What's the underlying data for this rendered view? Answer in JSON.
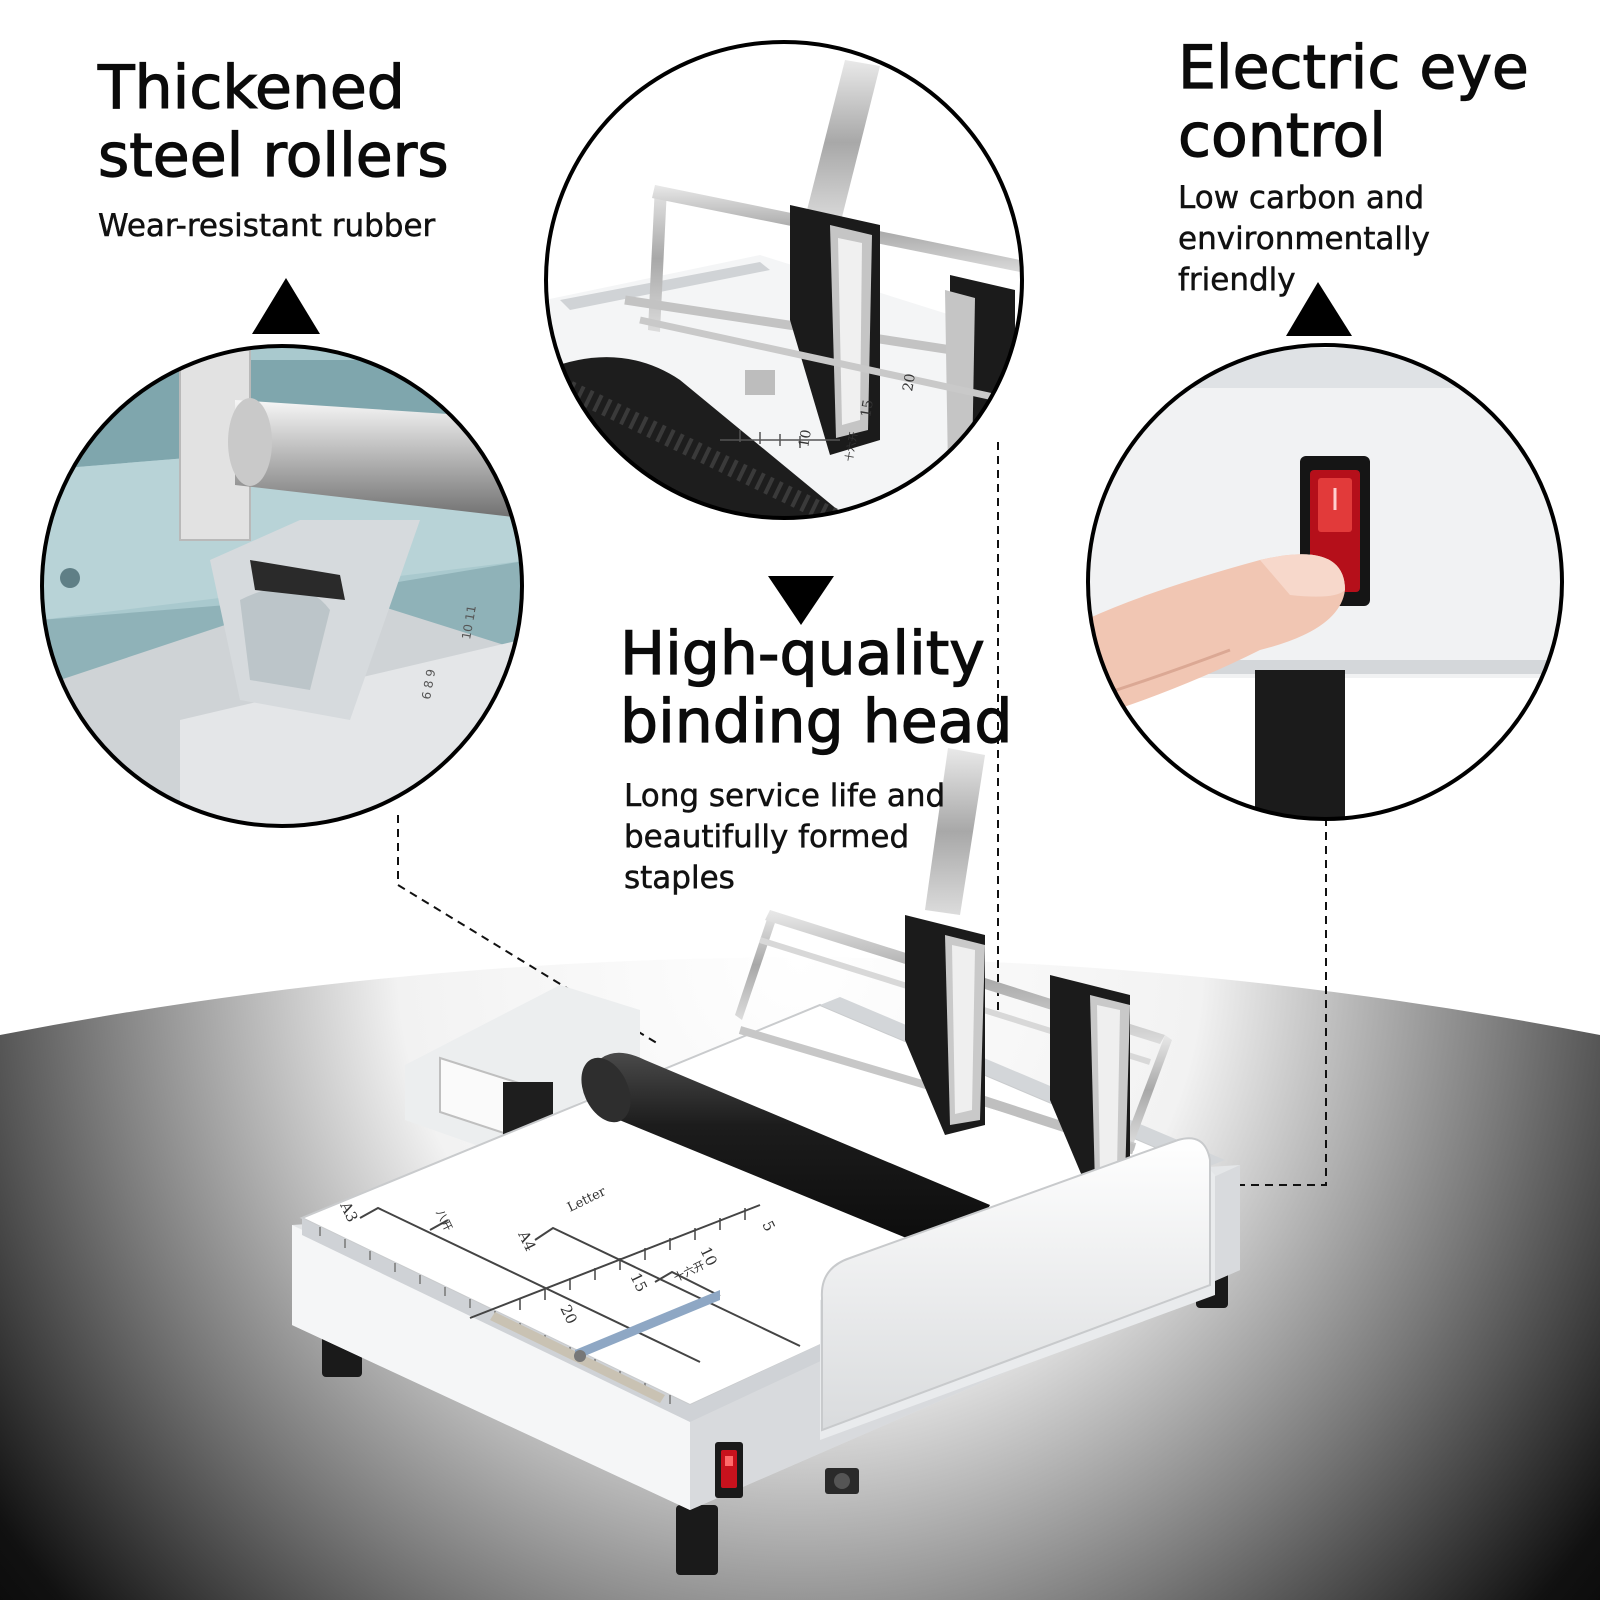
{
  "features": [
    {
      "title_lines": [
        "Thickened",
        "steel rollers"
      ],
      "subtitle_lines": [
        "Wear-resistant rubber"
      ]
    },
    {
      "title_lines": [
        "Electric eye",
        "control"
      ],
      "subtitle_lines": [
        "Low carbon and",
        "environmentally",
        "friendly"
      ]
    },
    {
      "title_lines": [
        "High-quality",
        "binding head"
      ],
      "subtitle_lines": [
        "Long service life and",
        "beautifully formed",
        "staples"
      ]
    }
  ],
  "ruler_labels": {
    "base": [
      "A3",
      "八开",
      "A4",
      "Letter",
      "5",
      "10",
      "15",
      "十六开",
      "20"
    ],
    "inset": [
      "10",
      "15",
      "20",
      "十六开"
    ]
  },
  "colors": {
    "machine_white": "#f1f2f3",
    "roller_black": "#1b1b1b",
    "switch_red": "#c8121d",
    "skin": "#f1c6b3",
    "teal_steel": "#9ebec4"
  }
}
